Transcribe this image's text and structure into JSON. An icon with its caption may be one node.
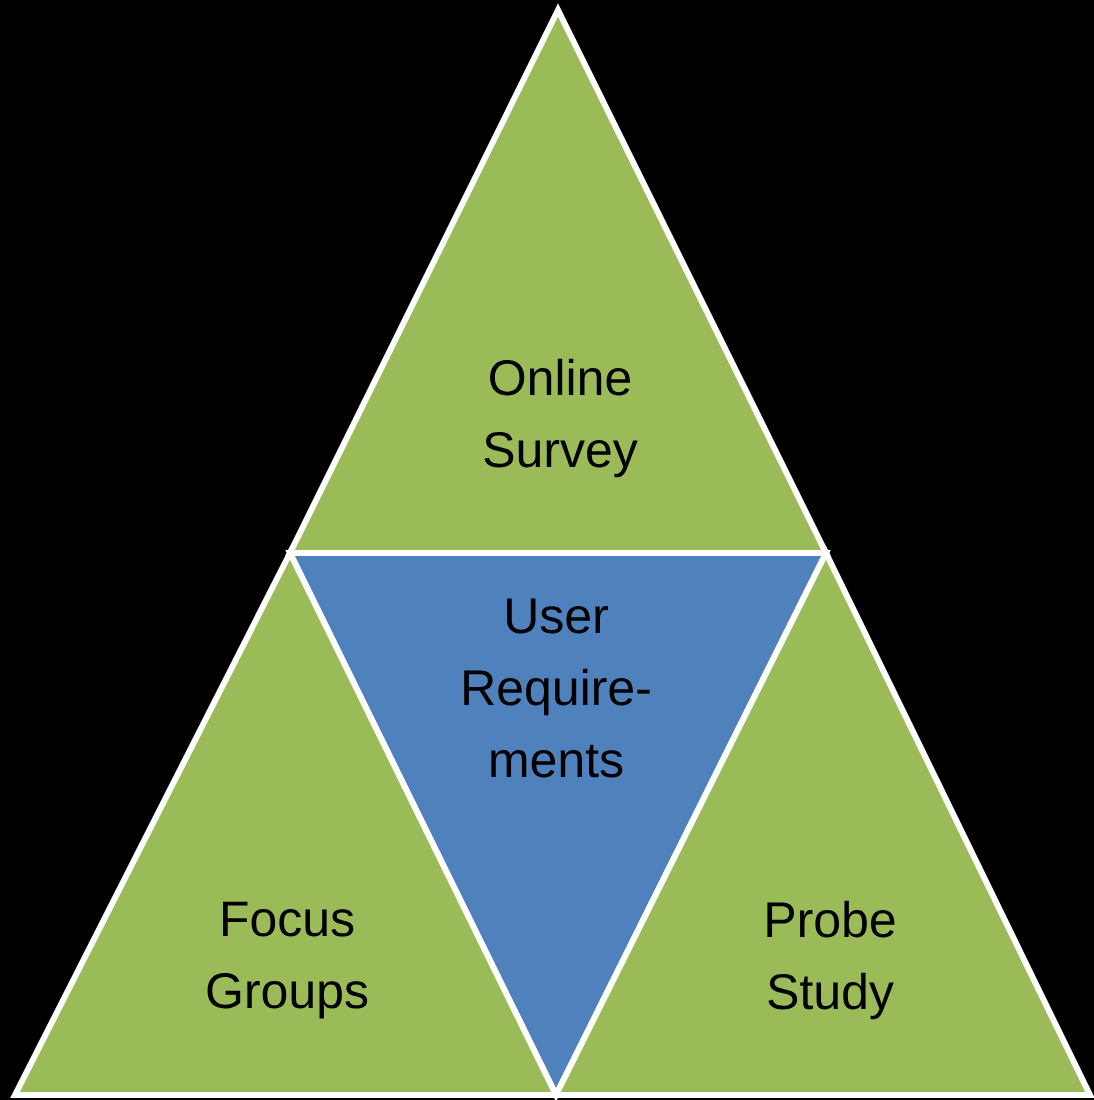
{
  "diagram": {
    "nodes": [
      {
        "text": [
          "Online Survey"
        ]
      },
      {
        "text": [
          "User Require- ments"
        ]
      },
      {
        "text": [
          "Focus Groups"
        ]
      },
      {
        "text": [
          "Probe Study"
        ]
      }
    ]
  }
}
